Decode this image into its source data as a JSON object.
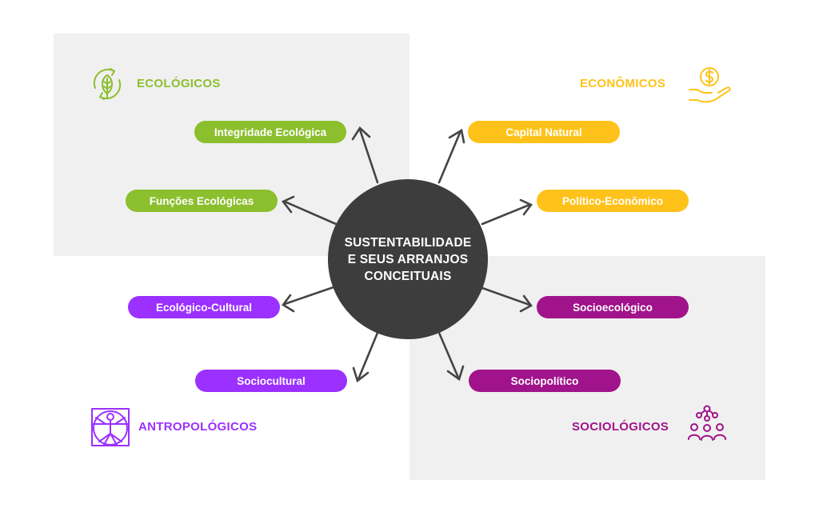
{
  "center": {
    "label": "SUSTENTABILIDADE\nE SEUS ARRANJOS\nCONCEITUAIS"
  },
  "categories": {
    "ecologicos": {
      "label": "ECOLÓGICOS",
      "color": "#8cbf2e",
      "icon": "leaf-cycle-icon"
    },
    "economicos": {
      "label": "ECONÔMICOS",
      "color": "#ffc21a",
      "icon": "hand-money-icon"
    },
    "antropologicos": {
      "label": "ANTROPOLÓGICOS",
      "color": "#9b30ff",
      "icon": "vitruvian-man-icon"
    },
    "sociologicos": {
      "label": "SOCIOLÓGICOS",
      "color": "#a0138a",
      "icon": "people-network-icon"
    }
  },
  "nodes": {
    "integridade": "Integridade Ecológica",
    "funcoes": "Funções Ecológicas",
    "capital": "Capital Natural",
    "politico": "Político-Econômico",
    "ecocultural": "Ecológico-Cultural",
    "sociocultural": "Sociocultural",
    "socioecologico": "Socioecológico",
    "sociopolitico": "Sociopolítico"
  },
  "colors": {
    "hub": "#3d3d3d",
    "arrow": "#444444",
    "panel": "#f0f0f0"
  }
}
